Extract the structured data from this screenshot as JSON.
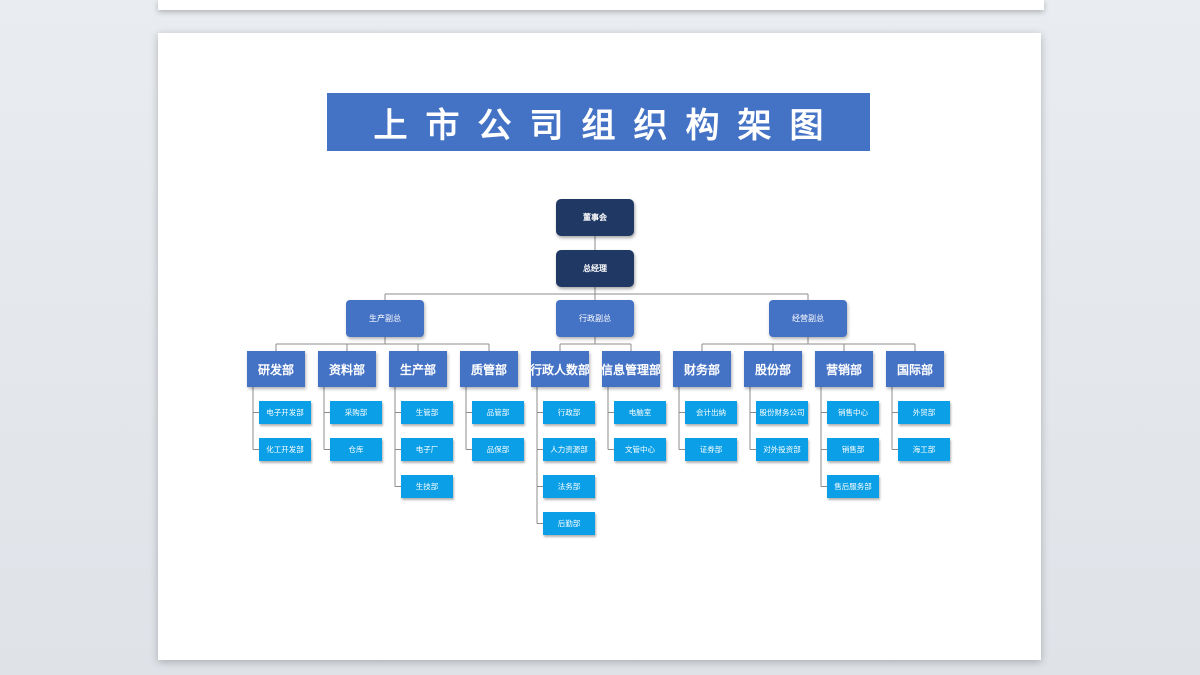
{
  "title": "上市公司组织构架图",
  "colors": {
    "top": "#1f3864",
    "mid": "#4472c4",
    "leaf": "#0a9fe6",
    "line": "#8c8c8c"
  },
  "org": {
    "board": "董事会",
    "gm": "总经理",
    "vps": [
      {
        "label": "生产副总",
        "depts": [
          {
            "label": "研发部",
            "children": [
              "电子开发部",
              "化工开发部"
            ]
          },
          {
            "label": "资料部",
            "children": [
              "采购部",
              "仓库"
            ]
          },
          {
            "label": "生产部",
            "children": [
              "生管部",
              "电子厂",
              "生技部"
            ]
          },
          {
            "label": "质管部",
            "children": [
              "品管部",
              "品保部"
            ]
          }
        ]
      },
      {
        "label": "行政副总",
        "depts": [
          {
            "label": "行政人数部",
            "children": [
              "行政部",
              "人力资源部",
              "法务部",
              "后勤部"
            ]
          },
          {
            "label": "信息管理部",
            "children": [
              "电脑室",
              "文管中心"
            ]
          }
        ]
      },
      {
        "label": "经营副总",
        "depts": [
          {
            "label": "财务部",
            "children": [
              "会计出纳",
              "证券部"
            ]
          },
          {
            "label": "股份部",
            "children": [
              "股份财务公司",
              "对外投资部"
            ]
          },
          {
            "label": "营销部",
            "children": [
              "销售中心",
              "销售部",
              "售后服务部"
            ]
          },
          {
            "label": "国际部",
            "children": [
              "外贸部",
              "海工部"
            ]
          }
        ]
      }
    ]
  }
}
